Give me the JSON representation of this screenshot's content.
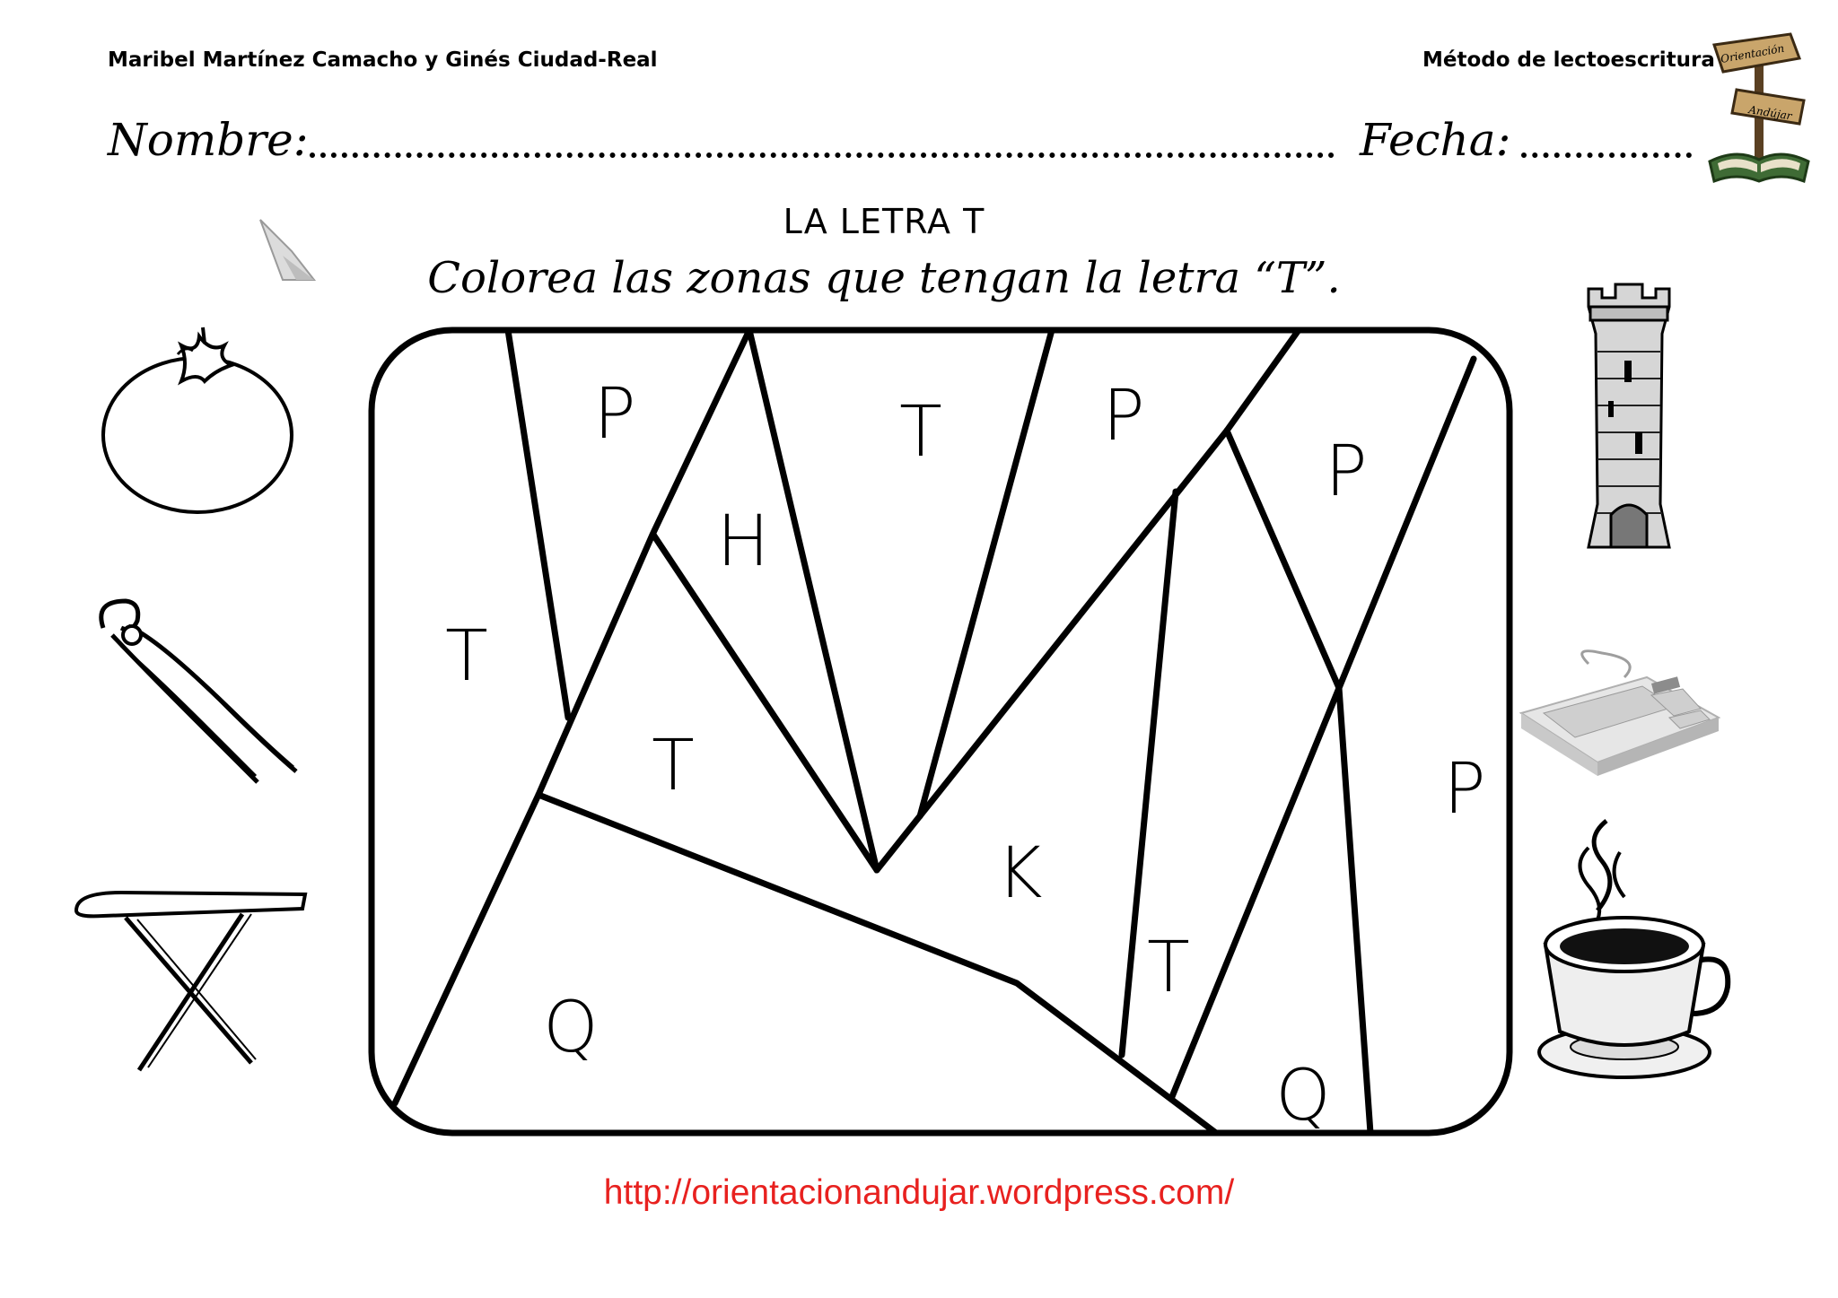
{
  "header": {
    "authors": "Maribel  Martínez Camacho y Ginés Ciudad-Real",
    "method": "Método de lectoescritura",
    "logo_text_top": "Orientación",
    "logo_text_bottom": "Andújar"
  },
  "form": {
    "name_label": "Nombre:",
    "date_label": "Fecha:"
  },
  "exercise": {
    "title": "LA LETRA T",
    "instruction": "Colorea las zonas que tengan la letra “T”.",
    "zone_letters": [
      "P",
      "T",
      "P",
      "P",
      "H",
      "T",
      "T",
      "P",
      "K",
      "T",
      "Q",
      "Q"
    ]
  },
  "illustrations": {
    "left": [
      "tomato-icon",
      "pliers-icon",
      "ironing-board-icon"
    ],
    "right": [
      "tower-icon",
      "keyboard-icon",
      "coffee-cup-icon"
    ]
  },
  "footer": {
    "url": "http://orientacionandujar.wordpress.com/"
  }
}
